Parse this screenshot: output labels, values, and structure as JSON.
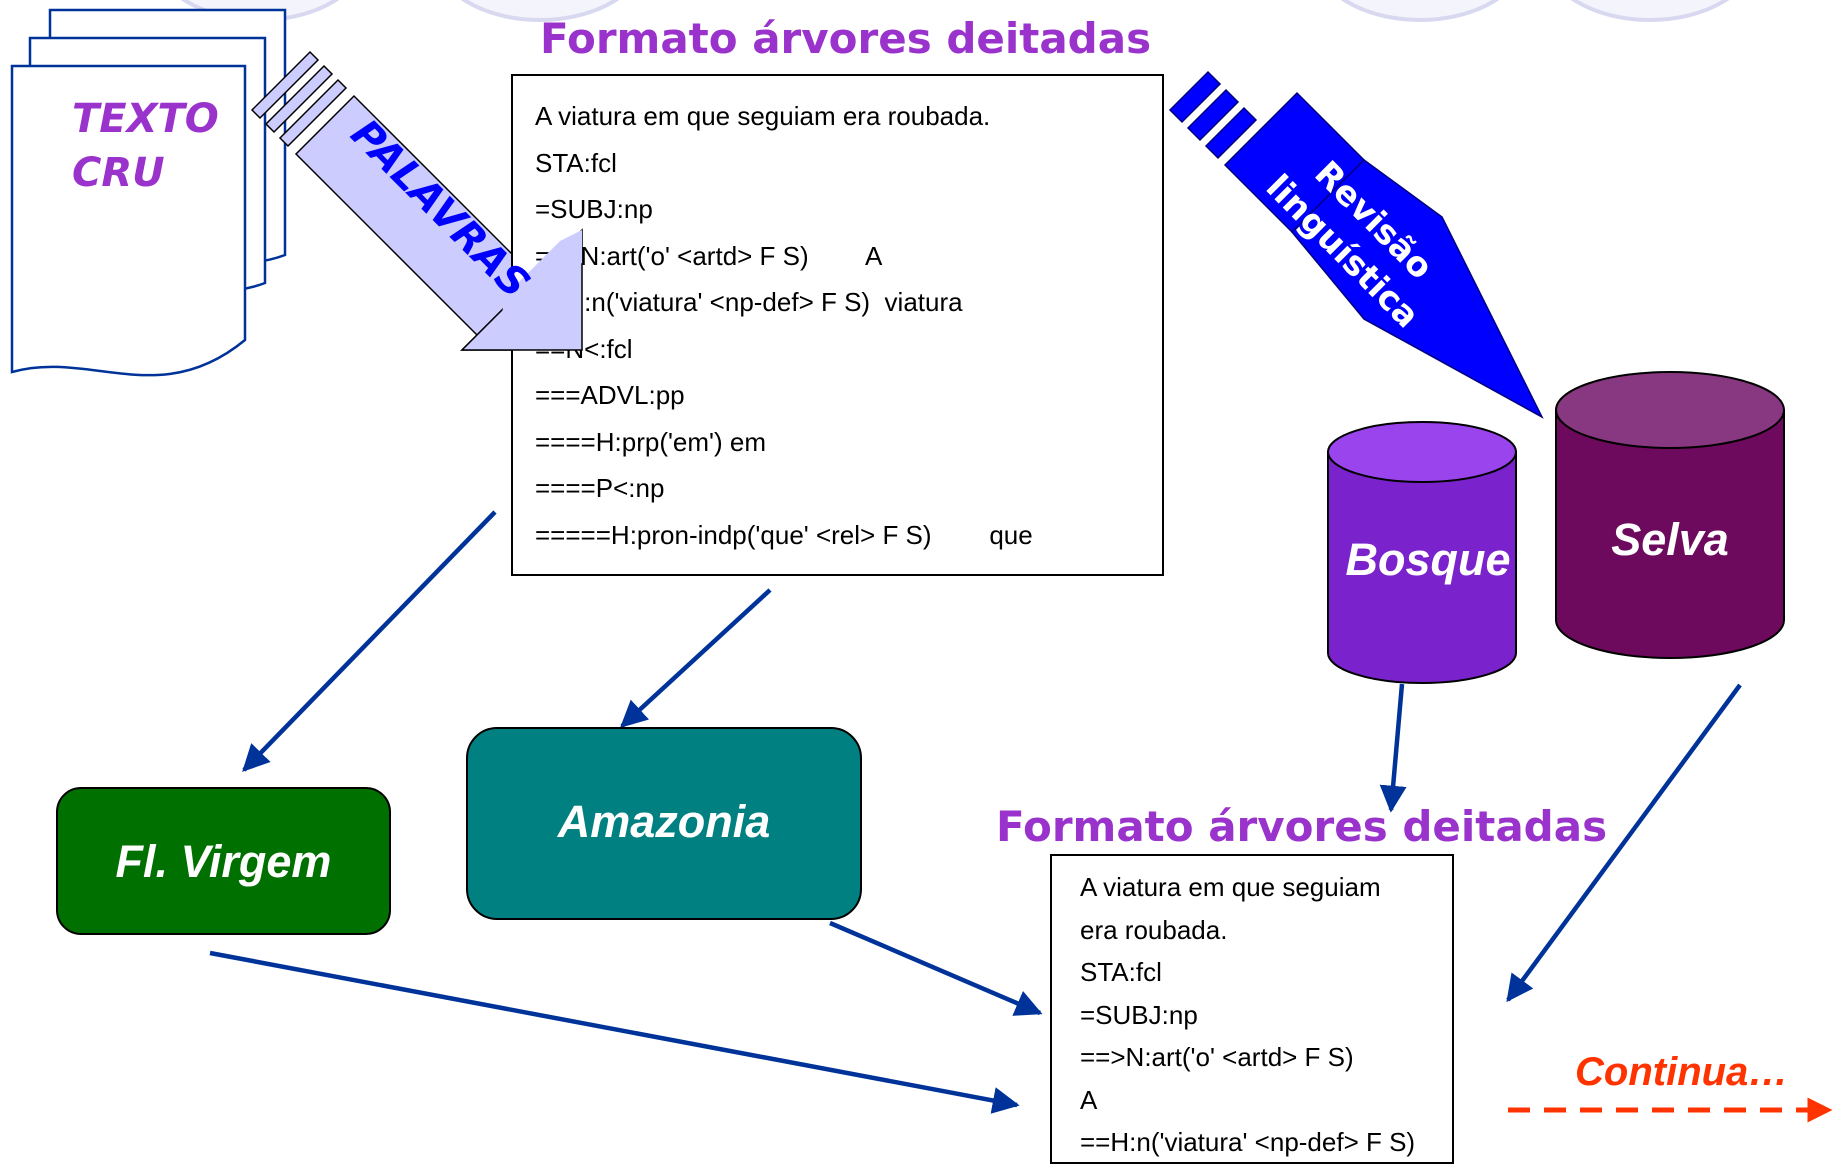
{
  "diagram": {
    "raw_text": {
      "lines": [
        "TEXTO",
        "CRU"
      ]
    },
    "arrow_words": "PALAVRAS",
    "arrow_revision": {
      "lines": [
        "Revisão",
        "linguística"
      ]
    },
    "heading_top": "Formato árvores deitadas",
    "heading_bottom": "Formato árvores deitadas",
    "top_box": {
      "lines": [
        "A viatura em que seguiam era roubada.",
        "STA:fcl",
        "=SUBJ:np",
        "==>N:art('o' <artd> F S)        A",
        "==H:n('viatura' <np-def> F S)  viatura",
        "==N<:fcl",
        "===ADVL:pp",
        "====H:prp('em') em",
        "====P<:np",
        "=====H:pron-indp('que' <rel> F S)        que"
      ]
    },
    "bottom_box": {
      "lines": [
        "A viatura em que seguiam",
        "era roubada.",
        "STA:fcl",
        "=SUBJ:np",
        "==>N:art('o' <artd> F S)",
        "A",
        "==H:n('viatura' <np-def> F S)"
      ]
    },
    "corpora": {
      "floresta_virgem": "Fl. Virgem",
      "amazonia": "Amazonia",
      "bosque": "Bosque",
      "selva": "Selva"
    },
    "continua": "Continua…",
    "colors": {
      "heading": "#9933cc",
      "blue_arrow": "#0000ff",
      "light_arrow": "#ccccff",
      "connector": "#003399",
      "fl_virgem": "#007000",
      "amazonia": "#008080",
      "bosque": "#7a22cc",
      "selva": "#6e0a5e",
      "continua": "#ff3300",
      "decor_circle": "#d8d8f0"
    }
  }
}
